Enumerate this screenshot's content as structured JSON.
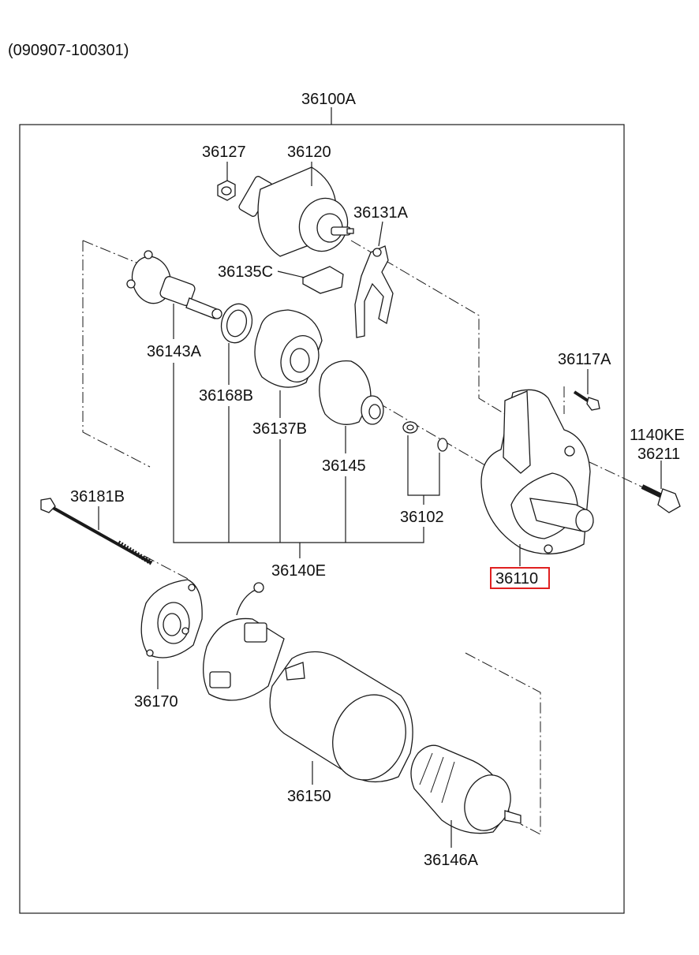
{
  "header": {
    "date_range": "(090907-100301)"
  },
  "assembly": {
    "number": "36100A"
  },
  "parts": {
    "p36127": "36127",
    "p36120": "36120",
    "p36131A": "36131A",
    "p36135C": "36135C",
    "p36143A": "36143A",
    "p36168B": "36168B",
    "p36137B": "36137B",
    "p36145": "36145",
    "p36102": "36102",
    "p36140E": "36140E",
    "p36117A": "36117A",
    "p1140KE": "1140KE",
    "p36211": "36211",
    "p36110": "36110",
    "p36181B": "36181B",
    "p36170": "36170",
    "p36150": "36150",
    "p36146A": "36146A"
  },
  "highlighted_part": "36110",
  "colors": {
    "highlight": "#e02020",
    "line": "#1a1a1a"
  }
}
